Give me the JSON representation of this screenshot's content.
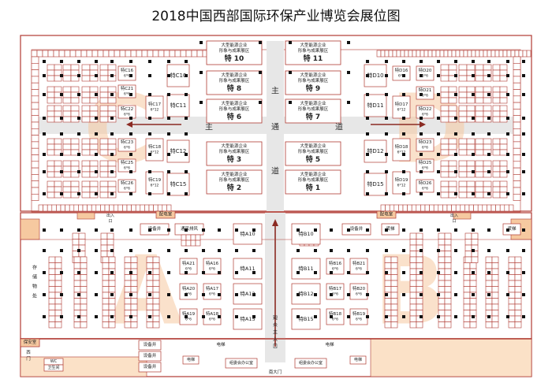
{
  "title": "2018中国西部国际环保产业博览会展位图",
  "upper": {
    "center_booths": [
      {
        "lines": [
          "大型能源企业",
          "形象与成果展区"
        ],
        "name": "特 10"
      },
      {
        "lines": [
          "大型能源企业",
          "形象与成果展区"
        ],
        "name": "特 11"
      },
      {
        "lines": [
          "大型能源企业",
          "形象与成果展区"
        ],
        "name": "特 8"
      },
      {
        "lines": [
          "大型能源企业",
          "形象与成果展区"
        ],
        "name": "特 9"
      },
      {
        "lines": [
          "大型能源企业",
          "形象与成果展区"
        ],
        "name": "特 6"
      },
      {
        "lines": [
          "大型能源企业",
          "形象与成果展区"
        ],
        "name": "特 7"
      },
      {
        "lines": [
          "大型能源企业",
          "形象与成果展区"
        ],
        "name": "特 3"
      },
      {
        "lines": [
          "大型能源企业",
          "形象与成果展区"
        ],
        "name": "特 5"
      },
      {
        "lines": [
          "大型能源企业",
          "形象与成果展区"
        ],
        "name": "特 2"
      },
      {
        "lines": [
          "大型能源企业",
          "形象与成果展区"
        ],
        "name": "特 1"
      }
    ],
    "aisle_chars": [
      "主",
      "通",
      "道",
      "主",
      "道"
    ],
    "left_special": [
      {
        "name": "特C16",
        "size": "6*6"
      },
      {
        "name": "特C21",
        "size": "6*6"
      },
      {
        "name": "特C17",
        "size": "6*12"
      },
      {
        "name": "特C22",
        "size": "6*6"
      },
      {
        "name": "特C23",
        "size": "6*6"
      },
      {
        "name": "特C18",
        "size": "6*12"
      },
      {
        "name": "特C25",
        "size": "6*6"
      },
      {
        "name": "特C19",
        "size": "6*12"
      },
      {
        "name": "特C26",
        "size": "6*6"
      }
    ],
    "left_big": [
      "特C10",
      "特C11",
      "特C12",
      "特C15"
    ],
    "right_special": [
      {
        "name": "特D16",
        "size": "6*6"
      },
      {
        "name": "特D20",
        "size": "6*6"
      },
      {
        "name": "特D17",
        "size": "6*12"
      },
      {
        "name": "特D21",
        "size": "6*6"
      },
      {
        "name": "特D22",
        "size": "6*6"
      },
      {
        "name": "特D23",
        "size": "6*6"
      },
      {
        "name": "特D18",
        "size": "6*12"
      },
      {
        "name": "特D25",
        "size": "6*6"
      },
      {
        "name": "特D19",
        "size": "6*12"
      },
      {
        "name": "特D26",
        "size": "6*6"
      }
    ],
    "right_big": [
      "特D10",
      "特D11",
      "特D12",
      "特D15"
    ],
    "watermarks": [
      "C",
      "D"
    ]
  },
  "lower": {
    "labels": {
      "exit_left": "出入口",
      "exit_right": "出入口",
      "power_left": "配电室",
      "power_right": "配电室",
      "equip": "设备井",
      "vent": "通风排风",
      "lift": "货梯",
      "elevator": "电梯",
      "security": "保安室",
      "west_gate": "西门",
      "wc": "WC",
      "toilet": "卫生间",
      "office": "组委会办公室",
      "storage": "存储物处",
      "audience_entry": "观众主入口",
      "south_gate": "南大门"
    },
    "left_special": [
      {
        "name": "特A21",
        "size": "6*6"
      },
      {
        "name": "特A16",
        "size": "6*6"
      },
      {
        "name": "特A20",
        "size": "6*6"
      },
      {
        "name": "特A17",
        "size": "6*6"
      },
      {
        "name": "特A19",
        "size": "6*6"
      },
      {
        "name": "特A18",
        "size": "6*6"
      }
    ],
    "left_big": [
      "特A10",
      "特A11",
      "特A12",
      "特A15"
    ],
    "right_special": [
      {
        "name": "特B16",
        "size": "6*6"
      },
      {
        "name": "特B21",
        "size": "6*6"
      },
      {
        "name": "特B17",
        "size": "6*6"
      },
      {
        "name": "特B20",
        "size": "6*6"
      },
      {
        "name": "特B18",
        "size": "6*6"
      },
      {
        "name": "特B19",
        "size": "6*6"
      }
    ],
    "right_big": [
      "特B10",
      "特B11",
      "特B12",
      "特B15"
    ],
    "watermarks": [
      "A",
      "B"
    ]
  }
}
